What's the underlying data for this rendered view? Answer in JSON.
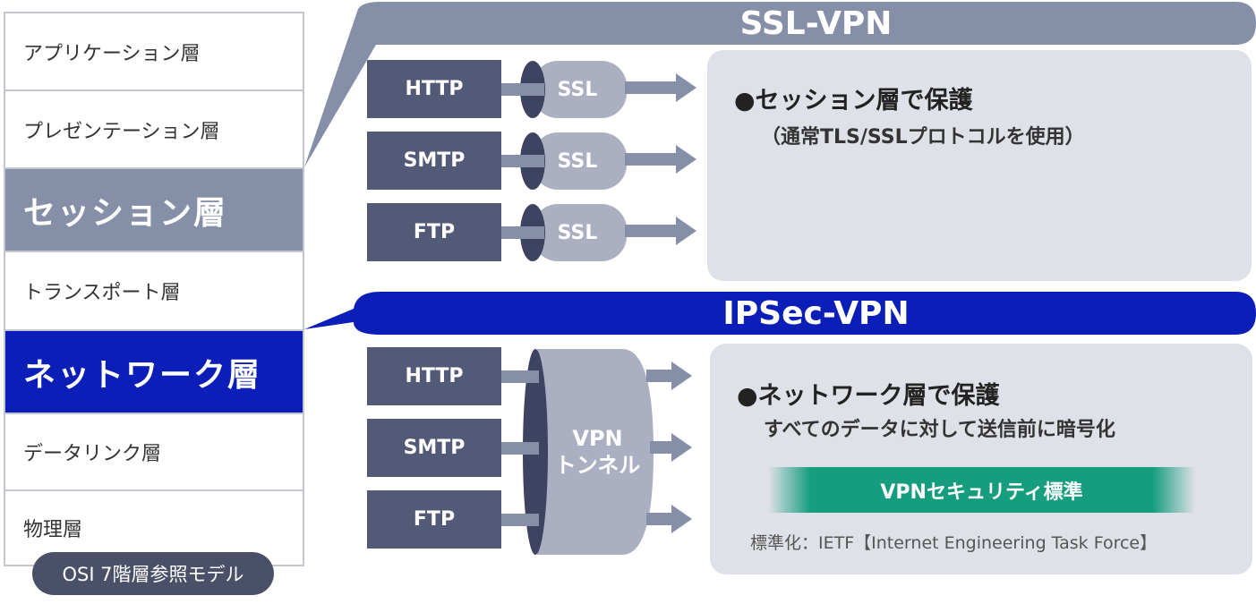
{
  "osi_model": {
    "layers": [
      "アプリケーション層",
      "プレゼンテーション層",
      "セッション層",
      "トランスポート層",
      "ネットワーク層",
      "データリンク層",
      "物理層"
    ],
    "caption": "OSI 7階層参照モデル"
  },
  "ssl_vpn": {
    "title": "SSL-VPN",
    "protocols": [
      "HTTP",
      "SMTP",
      "FTP"
    ],
    "encryption_label": "SSL",
    "description_title": "●セッション層で保護",
    "description_sub": "（通常TLS/SSLプロトコルを使用）"
  },
  "ipsec_vpn": {
    "title": "IPSec-VPN",
    "protocols": [
      "HTTP",
      "SMTP",
      "FTP"
    ],
    "tunnel_label_line1": "VPN",
    "tunnel_label_line2": "トンネル",
    "description_title": "●ネットワーク層で保護",
    "description_sub": "すべてのデータに対して送信前に暗号化",
    "security_standard": "VPNセキュリティ標準",
    "standardization": "標準化：IETF【Internet Engineering Task Force】"
  },
  "colors": {
    "ssl_banner": "#868fa8",
    "ipsec_banner": "#0b1fb8",
    "protocol_box": "#535a78",
    "security_standard_bar": "#159d7d"
  }
}
